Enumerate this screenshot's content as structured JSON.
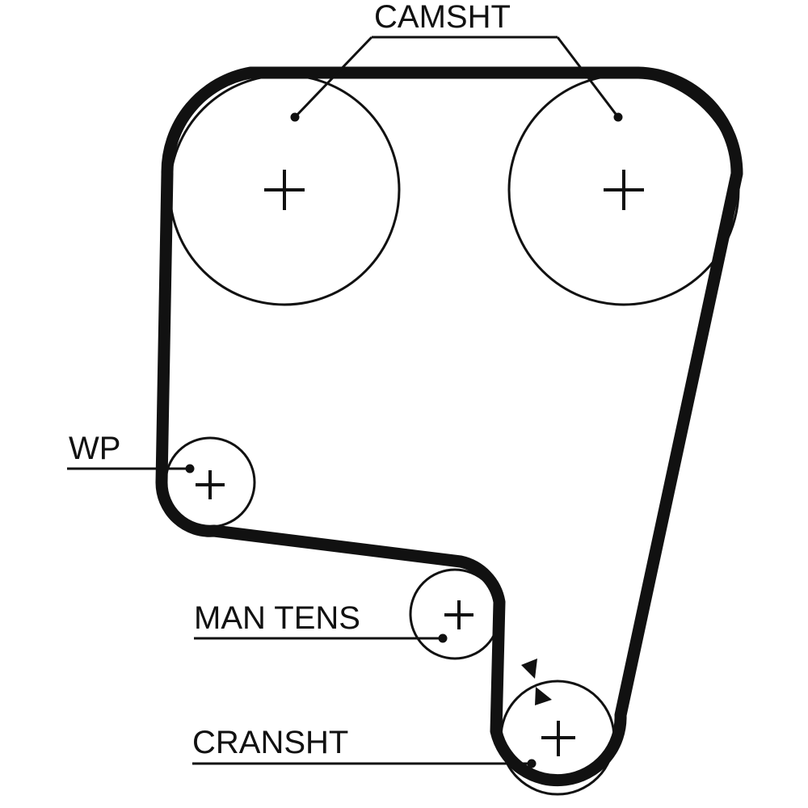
{
  "diagram": {
    "labels": {
      "camshaft": "CAMSHT",
      "water_pump": "WP",
      "manual_tensioner": "MAN TENS",
      "crankshaft": "CRANSHT"
    },
    "colors": {
      "line": "#111111",
      "background": "#ffffff"
    }
  }
}
